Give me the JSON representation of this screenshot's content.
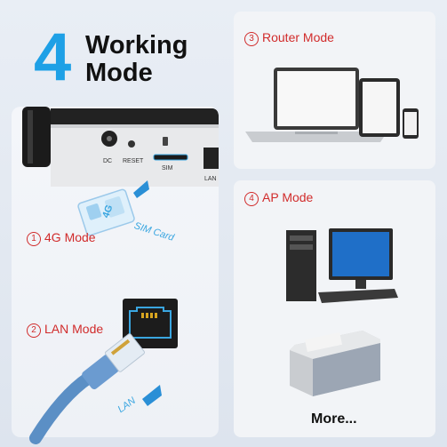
{
  "title": {
    "number": "4",
    "line1": "Working",
    "line2": "Mode"
  },
  "modes": [
    {
      "num": "1",
      "label": "4G Mode"
    },
    {
      "num": "2",
      "label": "LAN Mode"
    },
    {
      "num": "3",
      "label": "Router Mode"
    },
    {
      "num": "4",
      "label": "AP Mode"
    }
  ],
  "router_ports": {
    "dc": "DC",
    "reset": "RESET",
    "sim": "SIM",
    "lan": "LAN"
  },
  "sim_card": {
    "text": "SIM Card",
    "chip_label": "4G"
  },
  "lan_cable_label": "LAN",
  "more_label": "More...",
  "colors": {
    "accent_blue": "#1ea0e6",
    "label_red": "#d12b2b",
    "cable_blue": "#5b8fc5"
  }
}
